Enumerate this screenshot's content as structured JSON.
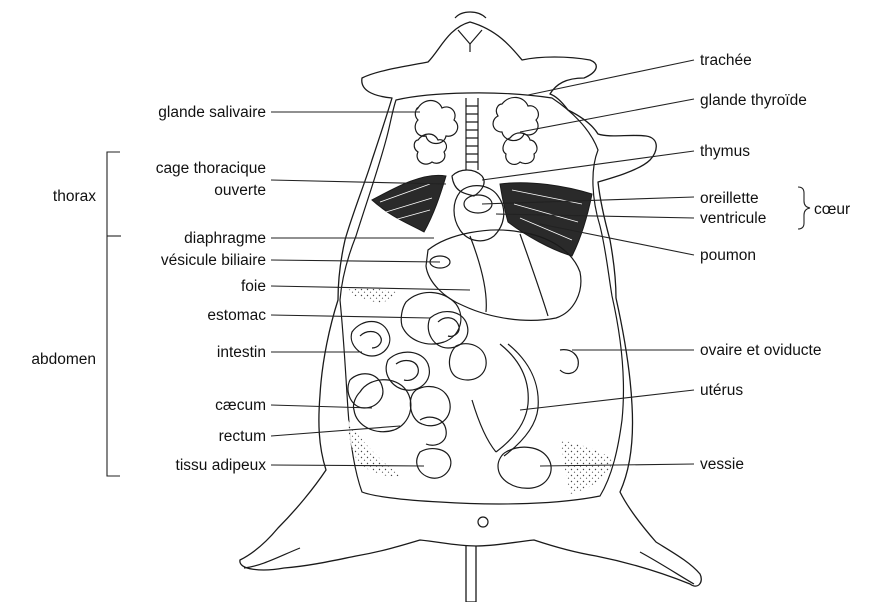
{
  "labels": {
    "right": {
      "trachee": "trachée",
      "glande_thyroide": "glande thyroïde",
      "thymus": "thymus",
      "oreillette": "oreillette",
      "ventricule": "ventricule",
      "coeur": "cœur",
      "poumon": "poumon",
      "ovaire_oviducte": "ovaire et oviducte",
      "uterus": "utérus",
      "vessie": "vessie"
    },
    "left": {
      "glande_salivaire": "glande salivaire",
      "cage_thoracique_1": "cage thoracique",
      "cage_thoracique_2": "ouverte",
      "diaphragme": "diaphragme",
      "vesicule_biliaire": "vésicule biliaire",
      "foie": "foie",
      "estomac": "estomac",
      "intestin": "intestin",
      "caecum": "cæcum",
      "rectum": "rectum",
      "tissu_adipeux": "tissu adipeux"
    },
    "regions": {
      "thorax": "thorax",
      "abdomen": "abdomen"
    }
  }
}
